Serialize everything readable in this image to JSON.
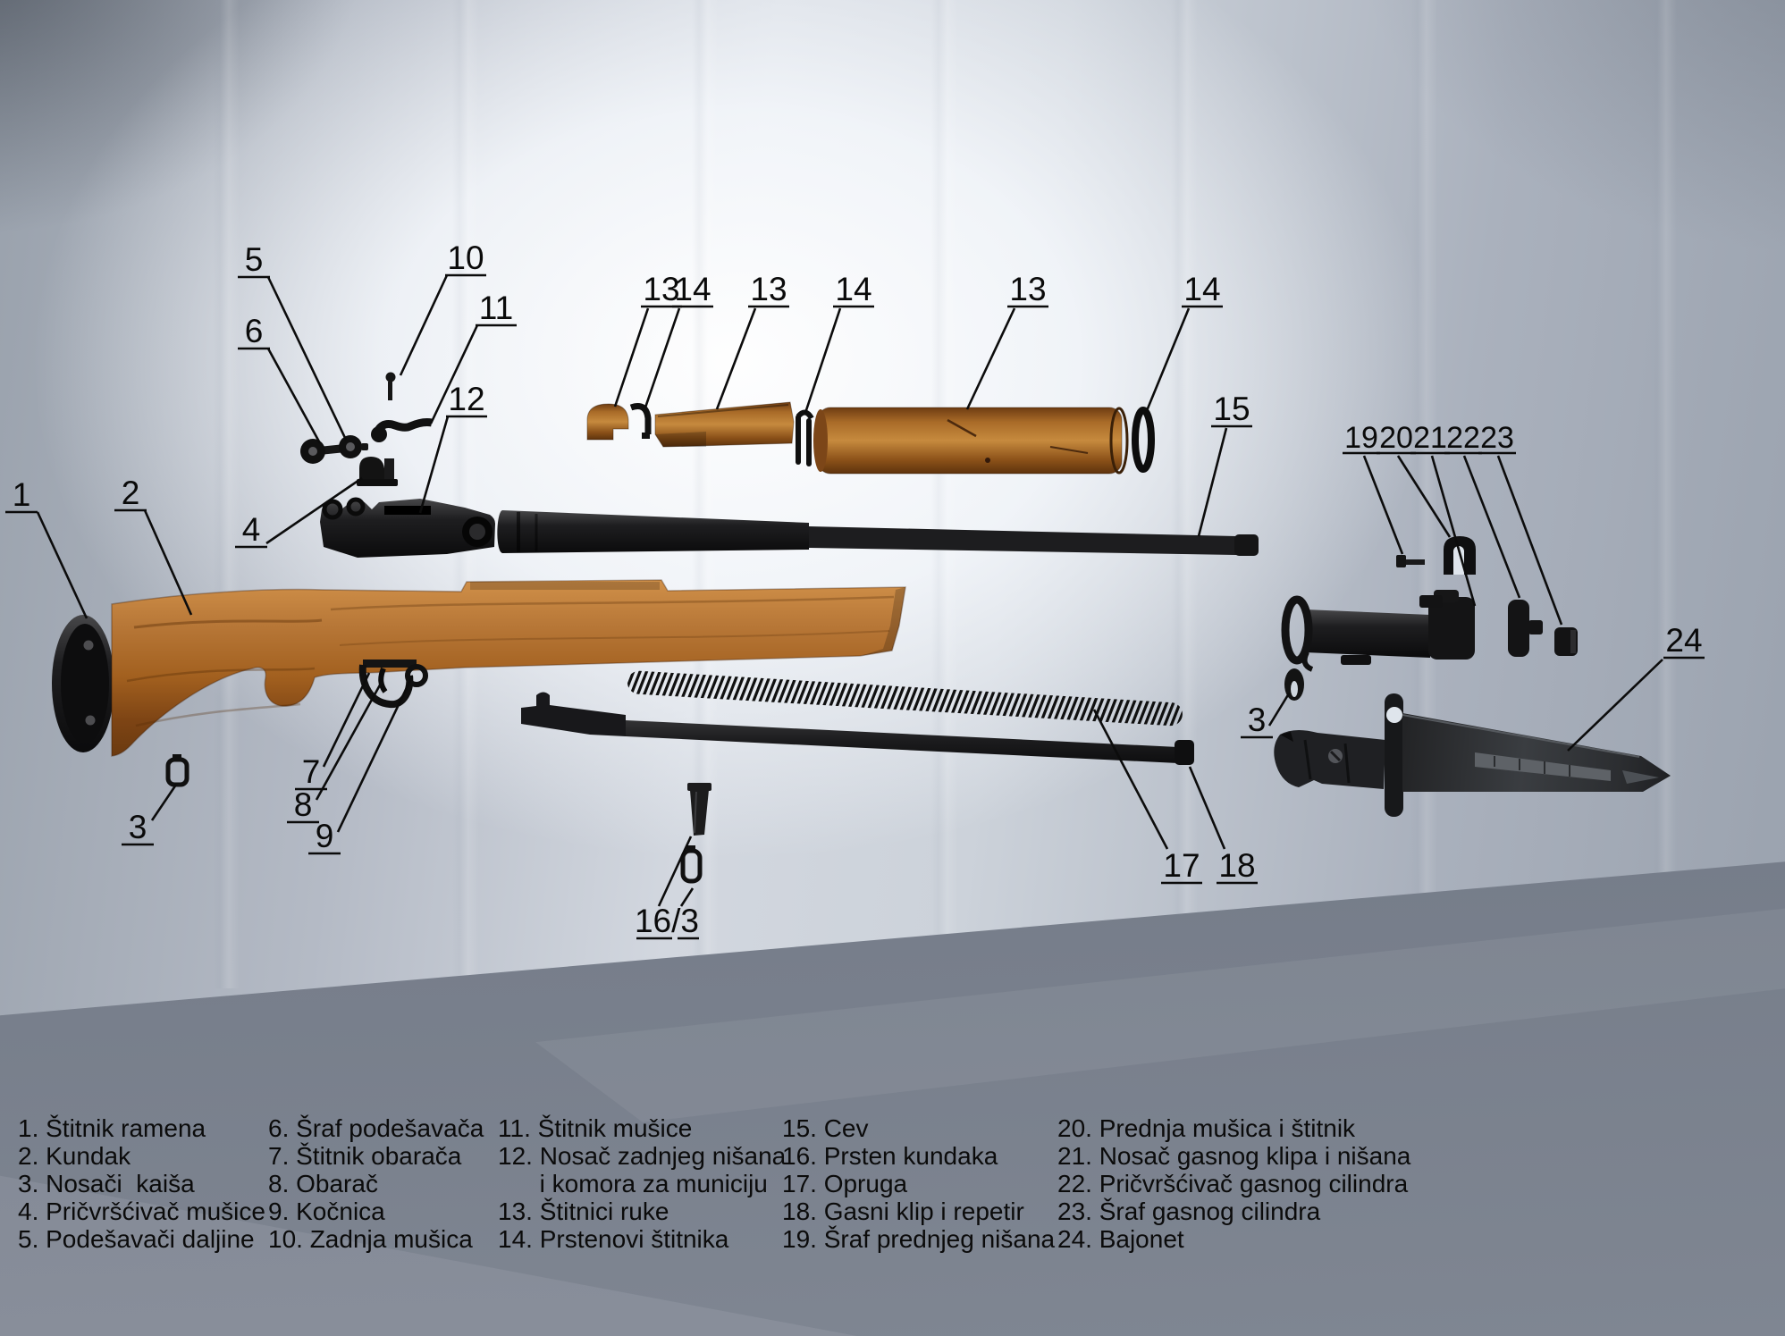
{
  "colors": {
    "backdrop_light": "#eef2f8",
    "backdrop_gray": "#a7aeb9",
    "floor_gray": "#7c8390",
    "wood_light": "#c8873f",
    "wood_dark": "#6b3a10",
    "metal_dark": "#141414",
    "text": "#0b0b0b"
  },
  "callouts": {
    "c1": "1",
    "c2": "2",
    "c3_left": "3",
    "c4": "4",
    "c5": "5",
    "c6": "6",
    "c7": "7",
    "c8": "8",
    "c9": "9",
    "c10": "10",
    "c11": "11",
    "c12": "12",
    "c13a": "13",
    "c14a": "14",
    "c13b": "13",
    "c14b": "14",
    "c13c": "13",
    "c14c": "14",
    "c15": "15",
    "c16_3": "16/3",
    "c17": "17",
    "c18": "18",
    "c19": "19",
    "c20": "20",
    "c21": "21",
    "c22": "22",
    "c23": "23",
    "c24": "24",
    "c3_right": "3"
  },
  "legend": {
    "columns": [
      {
        "items": [
          "1. Štitnik ramena",
          "2. Kundak",
          "3. Nosači  kaiša",
          "4. Pričvršćivač mušice",
          "5. Podešavači daljine"
        ]
      },
      {
        "items": [
          "6. Šraf podešavača",
          "7. Štitnik obarača",
          "8. Obarač",
          "9. Kočnica",
          "10. Zadnja mušica"
        ]
      },
      {
        "items": [
          "11. Štitnik mušice",
          "12. Nosač zadnjeg nišana",
          "      i komora za municiju",
          "13. Štitnici ruke",
          "14. Prstenovi štitnika"
        ]
      },
      {
        "items": [
          "15. Cev",
          "16. Prsten kundaka",
          "17. Opruga",
          "18. Gasni klip i repetir",
          "19. Šraf prednjeg nišana"
        ]
      },
      {
        "items": [
          "20. Prednja mušica i štitnik",
          "21. Nosač gasnog klipa i nišana",
          "22. Pričvršćivač gasnog cilindra",
          "23. Šraf gasnog cilindra",
          "24. Bajonet"
        ]
      }
    ]
  }
}
